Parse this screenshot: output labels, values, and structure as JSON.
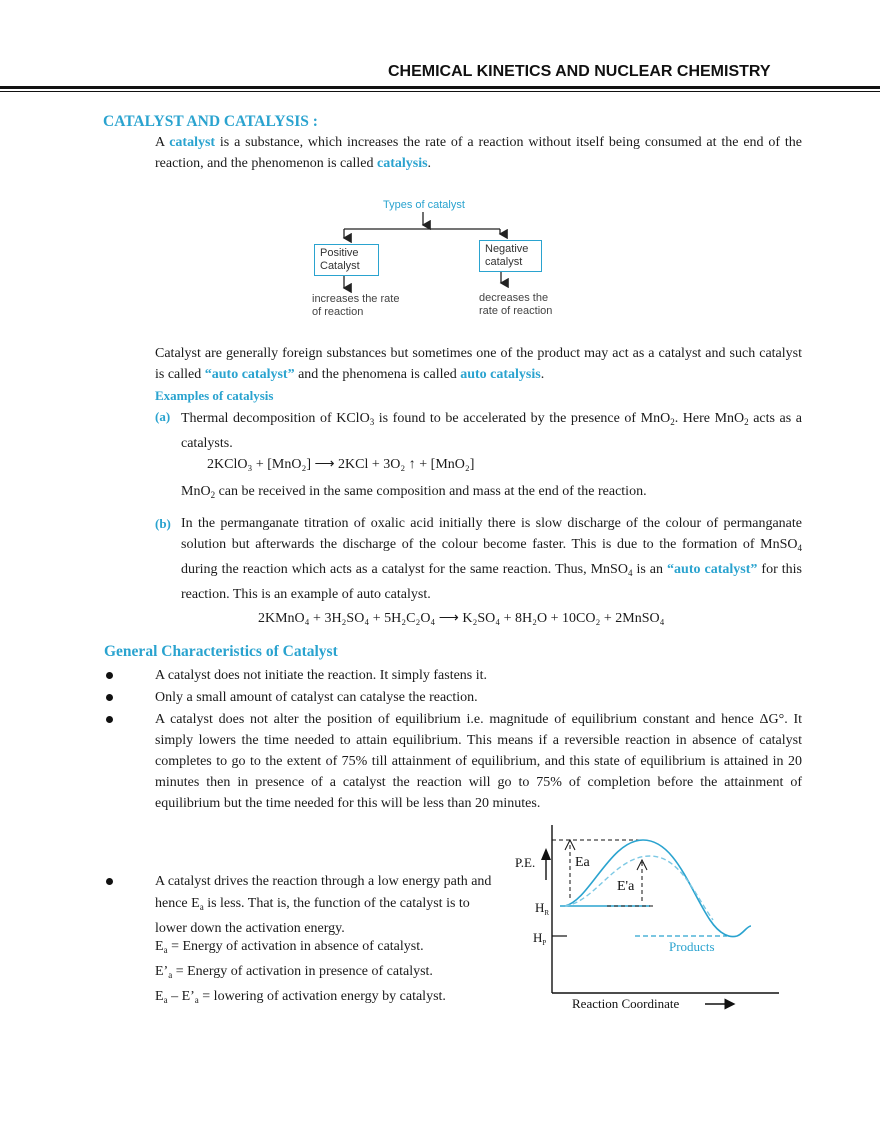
{
  "header": {
    "title": "CHEMICAL KINETICS AND NUCLEAR CHEMISTRY"
  },
  "section1": {
    "heading": "CATALYST AND CATALYSIS :",
    "p1_a": "A ",
    "p1_kw1": "catalyst",
    "p1_b": " is a substance, which increases the rate of a reaction without itself being consumed at the end of the reaction, and the phenomenon is called ",
    "p1_kw2": "catalysis",
    "p1_c": "."
  },
  "diagram": {
    "title": "Types of catalyst",
    "left_box": "Positive Catalyst",
    "right_box": "Negative catalyst",
    "left_note": "increases the rate of reaction",
    "right_note": "decreases the rate of reaction"
  },
  "para2": {
    "a": "Catalyst are generally foreign substances but sometimes one of the product may act as a catalyst and such catalyst is called ",
    "kw1": "“auto catalyst”",
    "b": " and the phenomena is called ",
    "kw2": "auto catalysis",
    "c": "."
  },
  "examples": {
    "heading": "Examples of catalysis",
    "a_label": "(a)",
    "a_text_1": "Thermal decomposition of KClO",
    "a_sub1": "3",
    "a_text_2": " is found to be accelerated by the presence of MnO",
    "a_sub2": "2",
    "a_text_3": ". Here MnO",
    "a_sub3": "2",
    "a_text_4": " acts as a catalysts.",
    "eq1": "2KClO₃ + [MnO₂] ⟶ 2KCl + 3O₂ ↑ + [MnO₂]",
    "a_note_1": "MnO",
    "a_note_sub": "2",
    "a_note_2": " can be received in the same composition and mass at the end of the reaction.",
    "b_label": "(b)",
    "b_text_1": "In the permanganate titration of oxalic acid initially there is slow discharge of the colour of permanganate solution but afterwards the discharge of the colour become faster. This is due to the formation of MnSO",
    "b_sub1": "4",
    "b_text_2": " during the reaction which acts as a catalyst for the same reaction. Thus, MnSO",
    "b_sub2": "4",
    "b_text_3": " is an ",
    "b_kw": "“auto catalyst”",
    "b_text_4": " for this reaction. This is an example of auto catalyst.",
    "eq2": "2KMnO₄ + 3H₂SO₄ + 5H₂C₂O₄ ⟶ K₂SO₄ + 8H₂O + 10CO₂ + 2MnSO₄"
  },
  "general": {
    "heading": "General Characteristics of Catalyst",
    "b1": "A catalyst does not initiate the reaction. It simply fastens it.",
    "b2": "Only a small amount of catalyst can catalyse the reaction.",
    "b3": "A catalyst does not alter the position of equilibrium i.e. magnitude of equilibrium constant and hence  ΔG°. It simply lowers the time needed to attain equilibrium. This means if a reversible reaction in absence of catalyst completes to go to the extent of 75% till attainment of equilibrium, and this state of equilibrium is attained in 20 minutes then in presence of a catalyst the reaction will go to 75% of completion before the attainment of equilibrium but the time needed for this will be less than 20 minutes.",
    "b4_1": "A catalyst drives the reaction through a low energy path and hence E",
    "b4_sub": "a",
    "b4_2": " is less. That is, the function of the catalyst is to lower down the activation energy.",
    "d1_a": "E",
    "d1_sub": "a",
    "d1_b": " = Energy of activation in absence of catalyst.",
    "d2_a": "E’",
    "d2_sub": "a",
    "d2_b": " = Energy of activation in presence of catalyst.",
    "d3_a": "E",
    "d3_sub1": "a",
    "d3_b": " – E’",
    "d3_sub2": "a",
    "d3_c": " = lowering of activation energy by catalyst."
  },
  "energy_graph": {
    "y_label": "P.E.",
    "ea_label": "Ea",
    "ea_prime_label": "E'a",
    "hr_label": "H",
    "hr_sub": "R",
    "hp_label": "H",
    "hp_sub": "P",
    "products_label": "Products",
    "x_label": "Reaction Coordinate",
    "curve_color": "#2aa3cf",
    "catalyzed_curve_color": "#7cc8e4"
  }
}
